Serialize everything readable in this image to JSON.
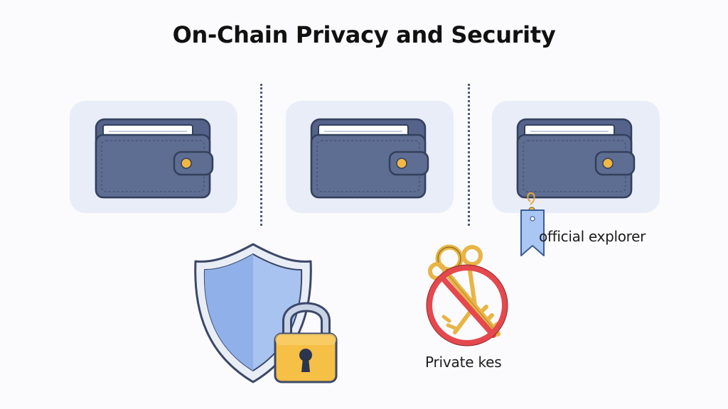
{
  "title": "On-Chain Privacy and Security",
  "wallets": [
    {
      "icon": "wallet-icon"
    },
    {
      "icon": "wallet-icon"
    },
    {
      "icon": "wallet-icon"
    }
  ],
  "explorer": {
    "icon": "bookmark-tag-icon",
    "label": "official explorer"
  },
  "security": {
    "icon": "shield-icon",
    "lock_icon": "padlock-icon"
  },
  "private_keys": {
    "icon": "prohibited-keys-icon",
    "label": "Private kes"
  },
  "colors": {
    "wallet_body": "#5e6d92",
    "wallet_outline": "#33405d",
    "wallet_clasp_button": "#f1b844",
    "card_background": "#e9edf8",
    "shield_fill": "#a8c3f0",
    "padlock_body": "#f6bf46",
    "prohibit_red": "#e5484d",
    "key_gold": "#e8b445",
    "bookmark_blue": "#a9c7f2"
  }
}
